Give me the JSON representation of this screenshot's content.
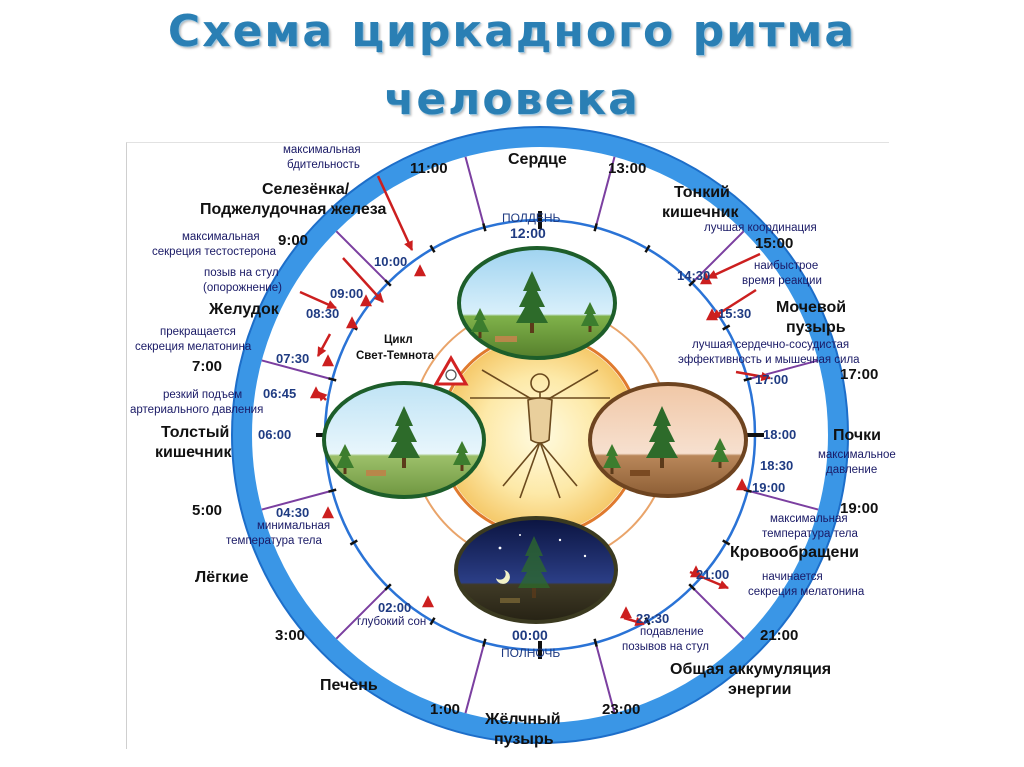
{
  "title": {
    "line1": "Схема циркадного ритма",
    "line2": "человека"
  },
  "colors": {
    "ring": "#3a96e6",
    "ring_dark": "#1d6ec9",
    "spoke": "#7b3fa0",
    "arrow": "#cc1f1f",
    "text_blue": "#1f3b82"
  },
  "organs": {
    "heart": "Сердце",
    "spleen_l1": "Селезёнка/",
    "spleen_l2": "Поджелудочная железа",
    "small_int_l1": "Тонкий",
    "small_int_l2": "кишечник",
    "stomach": "Желудок",
    "bladder_l1": "Мочевой",
    "bladder_l2": "пузырь",
    "colon_l1": "Толстый",
    "colon_l2": "кишечник",
    "kidneys": "Почки",
    "lungs": "Лёгкие",
    "circulation": "Кровообращени",
    "liver": "Печень",
    "energy_l1": "Общая аккумуляция",
    "energy_l2": "энергии",
    "gall_l1": "Жёлчный",
    "gall_l2": "пузырь"
  },
  "hours": {
    "h11": "11:00",
    "h13": "13:00",
    "h9": "9:00",
    "h15": "15:00",
    "h7": "7:00",
    "h17": "17:00",
    "h5": "5:00",
    "h19": "19:00",
    "h3": "3:00",
    "h21": "21:00",
    "h1": "1:00",
    "h23": "23:00"
  },
  "notes": {
    "alert_l1": "максимальная",
    "alert_l2": "бдительность",
    "testo_l1": "максимальная",
    "testo_l2": "секреция тестостерона",
    "stool_l1": "позыв на стул",
    "stool_l2": "(опорожнение)",
    "mel_stop_l1": "прекращается",
    "mel_stop_l2": "секреция мелатонина",
    "bp_l1": "резкий подъем",
    "bp_l2": "артериального давления",
    "temp_min_l1": "минимальная",
    "temp_min_l2": "температура тела",
    "deep_sleep": "глубокий сон",
    "coord": "лучшая координация",
    "react_l1": "наибыстрое",
    "react_l2": "время реакции",
    "cardio_l1": "лучшая сердечно-сосудистая",
    "cardio_l2": "эффективность и мышечная сила",
    "bp_max_l1": "максимальное",
    "bp_max_l2": "давление",
    "temp_max_l1": "максимальная",
    "temp_max_l2": "температура тела",
    "mel_start_l1": "начинается",
    "mel_start_l2": "секреция мелатонина",
    "bowel_l1": "подавление",
    "bowel_l2": "позывов на стул"
  },
  "inner_times": {
    "t1000": "10:00",
    "t0900": "09:00",
    "t0830": "08:30",
    "t0730": "07:30",
    "t0645": "06:45",
    "t0600": "06:00",
    "t0430": "04:30",
    "t0200": "02:00",
    "t1430": "14:30",
    "t1530": "15:30",
    "t1700": "17:00",
    "t1800": "18:00",
    "t1830": "18:30",
    "t1900": "19:00",
    "t2100": "21:00",
    "t2230": "22:30"
  },
  "center": {
    "noon_label": "ПОЛДЕНЬ",
    "noon_time": "12:00",
    "midnight_time": "00:00",
    "midnight_label": "ПОЛНОЧЬ",
    "cycle_l1": "Цикл",
    "cycle_l2": "Свет-Темнота"
  },
  "icons": {
    "scene": "landscape-icon",
    "figure": "vitruvian-man-icon",
    "cycle": "cycle-triangle-icon"
  }
}
